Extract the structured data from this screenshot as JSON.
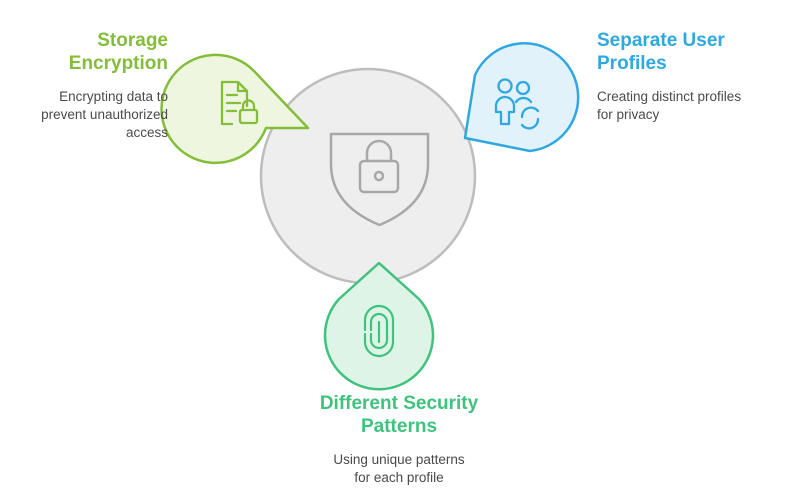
{
  "center": {
    "icon": "shield-lock-icon"
  },
  "items": [
    {
      "key": "storage",
      "title_lines": [
        "Storage",
        "Encryption"
      ],
      "desc_lines": [
        "Encrypting data to",
        "prevent unauthorized",
        "access"
      ],
      "color": "#84bd3a",
      "fill": "#eef6df",
      "icon": "document-lock-icon"
    },
    {
      "key": "profiles",
      "title_lines": [
        "Separate User",
        "Profiles"
      ],
      "desc_lines": [
        "Creating distinct profiles",
        "for privacy"
      ],
      "color": "#2fa8df",
      "fill": "#e2f2fb",
      "icon": "users-sync-icon"
    },
    {
      "key": "patterns",
      "title_lines": [
        "Different Security",
        "Patterns"
      ],
      "desc_lines": [
        "Using unique patterns",
        "for each profile"
      ],
      "color": "#3fc27e",
      "fill": "#def4e7",
      "icon": "fingerprint-icon"
    }
  ],
  "colors": {
    "center_fill": "#eeeeee",
    "center_stroke": "#bdbdbd",
    "icon_gray": "#a8a8a8",
    "desc_text": "#4a4a4a"
  }
}
